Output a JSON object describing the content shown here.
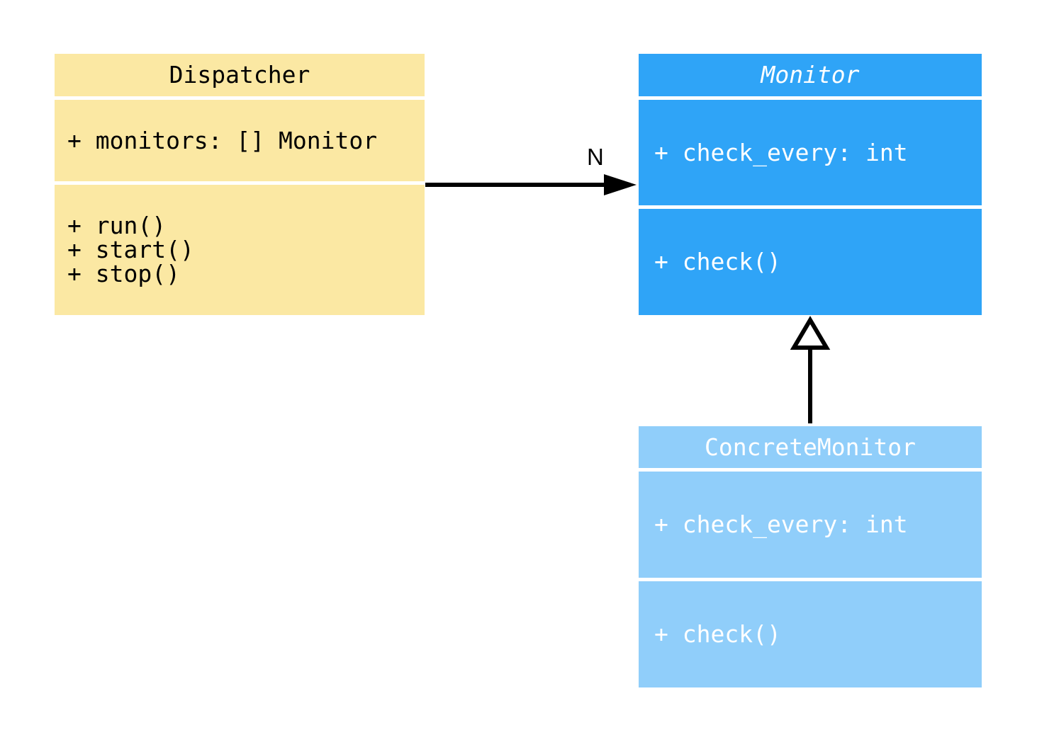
{
  "diagram": {
    "type": "uml-class-diagram",
    "background_color": "#ffffff",
    "line_color": "#000000",
    "classes": [
      {
        "name": "Dispatcher",
        "abstract": false,
        "fill": "#fbe8a3",
        "text_color": "#000000",
        "attributes": [
          "+ monitors: [] Monitor"
        ],
        "methods": [
          "+ run()",
          "+ start()",
          "+ stop()"
        ]
      },
      {
        "name": "Monitor",
        "abstract": true,
        "fill": "#2fa4f7",
        "text_color": "#ffffff",
        "attributes": [
          "+ check_every: int"
        ],
        "methods": [
          "+ check()"
        ]
      },
      {
        "name": "ConcreteMonitor",
        "abstract": false,
        "fill": "#90cefa",
        "text_color": "#ffffff",
        "attributes": [
          "+ check_every: int"
        ],
        "methods": [
          "+ check()"
        ]
      }
    ],
    "relationships": [
      {
        "type": "association",
        "from": "Dispatcher",
        "to": "Monitor",
        "label": "N"
      },
      {
        "type": "inheritance",
        "from": "ConcreteMonitor",
        "to": "Monitor",
        "label": ""
      }
    ]
  }
}
